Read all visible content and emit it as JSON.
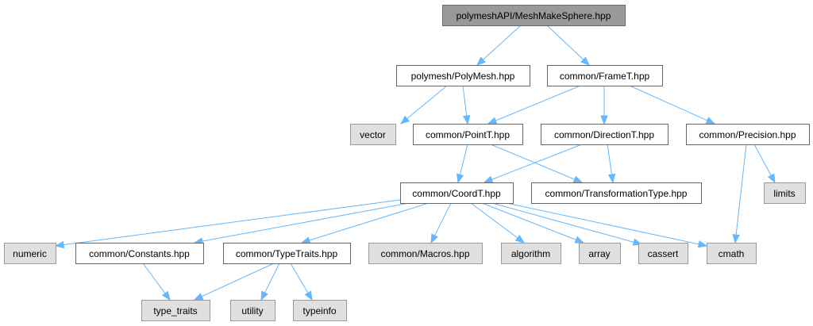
{
  "diagram": {
    "edge_color": "#63b8ff",
    "nodes": [
      {
        "id": "root",
        "label": "polymeshAPI/MeshMakeSphere.hpp",
        "kind": "root"
      },
      {
        "id": "polymesh",
        "label": "polymesh/PolyMesh.hpp",
        "kind": "local"
      },
      {
        "id": "frame",
        "label": "common/FrameT.hpp",
        "kind": "local"
      },
      {
        "id": "vector",
        "label": "vector",
        "kind": "system"
      },
      {
        "id": "point",
        "label": "common/PointT.hpp",
        "kind": "local"
      },
      {
        "id": "direction",
        "label": "common/DirectionT.hpp",
        "kind": "local"
      },
      {
        "id": "precision",
        "label": "common/Precision.hpp",
        "kind": "local"
      },
      {
        "id": "coord",
        "label": "common/CoordT.hpp",
        "kind": "local"
      },
      {
        "id": "transform",
        "label": "common/TransformationType.hpp",
        "kind": "local"
      },
      {
        "id": "limits",
        "label": "limits",
        "kind": "system"
      },
      {
        "id": "numeric",
        "label": "numeric",
        "kind": "system"
      },
      {
        "id": "constants",
        "label": "common/Constants.hpp",
        "kind": "local"
      },
      {
        "id": "typetraits",
        "label": "common/TypeTraits.hpp",
        "kind": "local"
      },
      {
        "id": "macros",
        "label": "common/Macros.hpp",
        "kind": "system"
      },
      {
        "id": "algorithm",
        "label": "algorithm",
        "kind": "system"
      },
      {
        "id": "array",
        "label": "array",
        "kind": "system"
      },
      {
        "id": "cassert",
        "label": "cassert",
        "kind": "system"
      },
      {
        "id": "cmath",
        "label": "cmath",
        "kind": "system"
      },
      {
        "id": "type_traits",
        "label": "type_traits",
        "kind": "system"
      },
      {
        "id": "utility",
        "label": "utility",
        "kind": "system"
      },
      {
        "id": "typeinfo",
        "label": "typeinfo",
        "kind": "system"
      }
    ],
    "edges": [
      {
        "from": "root",
        "to": "polymesh"
      },
      {
        "from": "root",
        "to": "frame"
      },
      {
        "from": "polymesh",
        "to": "vector"
      },
      {
        "from": "polymesh",
        "to": "point"
      },
      {
        "from": "frame",
        "to": "point"
      },
      {
        "from": "frame",
        "to": "direction"
      },
      {
        "from": "frame",
        "to": "precision"
      },
      {
        "from": "point",
        "to": "coord"
      },
      {
        "from": "point",
        "to": "transform"
      },
      {
        "from": "direction",
        "to": "coord"
      },
      {
        "from": "direction",
        "to": "transform"
      },
      {
        "from": "precision",
        "to": "limits"
      },
      {
        "from": "precision",
        "to": "cmath"
      },
      {
        "from": "coord",
        "to": "numeric"
      },
      {
        "from": "coord",
        "to": "constants"
      },
      {
        "from": "coord",
        "to": "typetraits"
      },
      {
        "from": "coord",
        "to": "macros"
      },
      {
        "from": "coord",
        "to": "algorithm"
      },
      {
        "from": "coord",
        "to": "array"
      },
      {
        "from": "coord",
        "to": "cassert"
      },
      {
        "from": "coord",
        "to": "cmath"
      },
      {
        "from": "constants",
        "to": "type_traits"
      },
      {
        "from": "typetraits",
        "to": "type_traits"
      },
      {
        "from": "typetraits",
        "to": "utility"
      },
      {
        "from": "typetraits",
        "to": "typeinfo"
      }
    ]
  }
}
